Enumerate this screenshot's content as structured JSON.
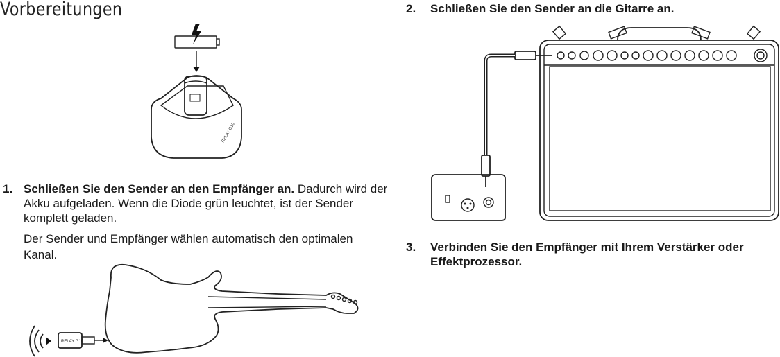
{
  "page": {
    "title": "Vorbereitungen"
  },
  "steps": [
    {
      "number": "1.",
      "heading": "Schließen Sie den Sender an den Empfänger an.",
      "body": "Dadurch wird der Akku aufgeladen. Wenn die Diode grün leuchtet, ist der Sender komplett geladen.",
      "note": "Der Sender und Empfänger wählen automatisch den optimalen Kanal."
    },
    {
      "number": "2.",
      "heading": "Schließen Sie den Sender an die Gitarre an."
    },
    {
      "number": "3.",
      "heading": "Verbinden Sie den Empfänger mit Ihrem Verstärker oder Effektprozessor."
    }
  ],
  "illustrations": {
    "device_brand": "RELAY G10",
    "icons": [
      "battery-charging-icon",
      "wireless-signal-icon"
    ]
  }
}
